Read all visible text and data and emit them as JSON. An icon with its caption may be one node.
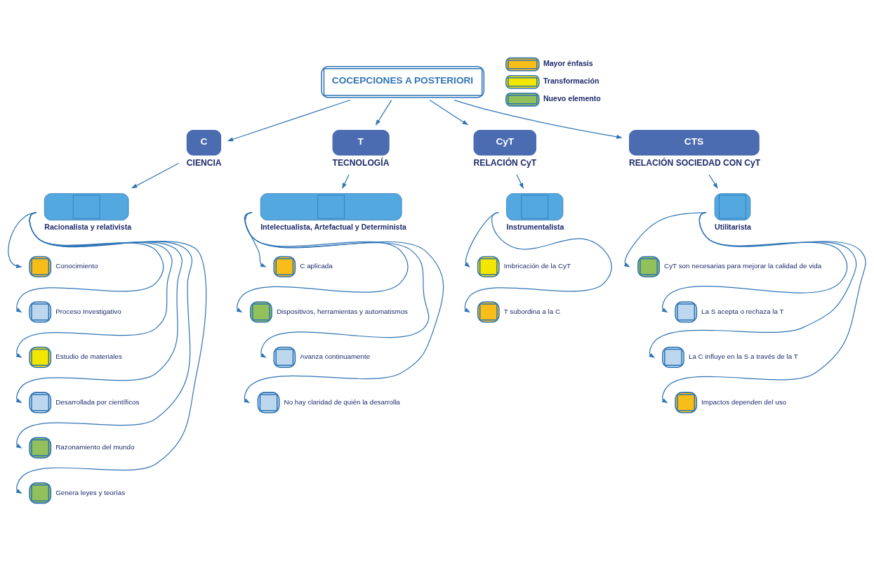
{
  "diagram": {
    "nodes": [
      {
        "text": [
          "COCEPCIONES A POSTERIORI"
        ]
      },
      {
        "text": [
          "C",
          "CIENCIA"
        ]
      },
      {
        "text": [
          "T",
          "TECNOLOGÍA"
        ]
      },
      {
        "text": [
          "CyT",
          "RELACIÓN CyT"
        ]
      },
      {
        "text": [
          "CTS",
          "RELACIÓN SOCIEDAD CON CyT"
        ]
      },
      {
        "text": [
          "Racionalista y relativista"
        ]
      },
      {
        "text": [
          "Conocimiento"
        ]
      },
      {
        "text": [
          "Proceso Investigativo"
        ]
      },
      {
        "text": [
          "Estudio de materiales"
        ]
      },
      {
        "text": [
          "Desarrollada por científicos"
        ]
      },
      {
        "text": [
          "Razonamiento del mundo"
        ]
      },
      {
        "text": [
          "Genera leyes y teorías"
        ]
      },
      {
        "text": [
          "Intelectualista, Artefactual y Determinista"
        ]
      },
      {
        "text": [
          "C aplicada"
        ]
      },
      {
        "text": [
          "Dispositivos, herramientas y automatismos"
        ]
      },
      {
        "text": [
          "Avanza continuamente"
        ]
      },
      {
        "text": [
          "No hay claridad de quién la desarrolla"
        ]
      },
      {
        "text": [
          "Instrumentalista"
        ]
      },
      {
        "text": [
          "Imbricación de la CyT"
        ]
      },
      {
        "text": [
          "T subordina a la C"
        ]
      },
      {
        "text": [
          "Utilitarista"
        ]
      },
      {
        "text": [
          "CyT son necesarias para mejorar la calidad de vida"
        ]
      },
      {
        "text": [
          "La S acepta o rechaza la T"
        ]
      },
      {
        "text": [
          "La C influye en la S a través de la T"
        ]
      },
      {
        "text": [
          "Impactos dependen del uso"
        ]
      }
    ],
    "edges": [
      {
        "from": 0,
        "to": 1,
        "arrow": "to"
      },
      {
        "from": 0,
        "to": 2,
        "arrow": "to"
      },
      {
        "from": 0,
        "to": 3,
        "arrow": "to"
      },
      {
        "from": 0,
        "to": 4,
        "arrow": "to"
      },
      {
        "from": 1,
        "to": 5,
        "arrow": "to"
      },
      {
        "from": 2,
        "to": 12,
        "arrow": "to"
      },
      {
        "from": 3,
        "to": 17,
        "arrow": "to"
      },
      {
        "from": 4,
        "to": 20,
        "arrow": "to"
      },
      {
        "from": 5,
        "to": 6,
        "arrow": "to"
      },
      {
        "from": 5,
        "to": 7,
        "arrow": "to"
      },
      {
        "from": 5,
        "to": 8,
        "arrow": "to"
      },
      {
        "from": 5,
        "to": 9,
        "arrow": "to"
      },
      {
        "from": 5,
        "to": 10,
        "arrow": "to"
      },
      {
        "from": 5,
        "to": 11,
        "arrow": "to"
      },
      {
        "from": 12,
        "to": 13,
        "arrow": "to"
      },
      {
        "from": 12,
        "to": 14,
        "arrow": "to"
      },
      {
        "from": 12,
        "to": 15,
        "arrow": "to"
      },
      {
        "from": 12,
        "to": 16,
        "arrow": "to"
      },
      {
        "from": 17,
        "to": 18,
        "arrow": "to"
      },
      {
        "from": 17,
        "to": 19,
        "arrow": "to"
      },
      {
        "from": 20,
        "to": 21,
        "arrow": "to"
      },
      {
        "from": 20,
        "to": 22,
        "arrow": "to"
      },
      {
        "from": 20,
        "to": 23,
        "arrow": "to"
      },
      {
        "from": 20,
        "to": 24,
        "arrow": "to"
      }
    ],
    "legend": [
      {
        "text": "Mayor énfasis",
        "color": "#f7be1a"
      },
      {
        "text": "Transformación",
        "color": "#f3e600"
      },
      {
        "text": "Nuevo elemento",
        "color": "#92c05a"
      }
    ]
  }
}
